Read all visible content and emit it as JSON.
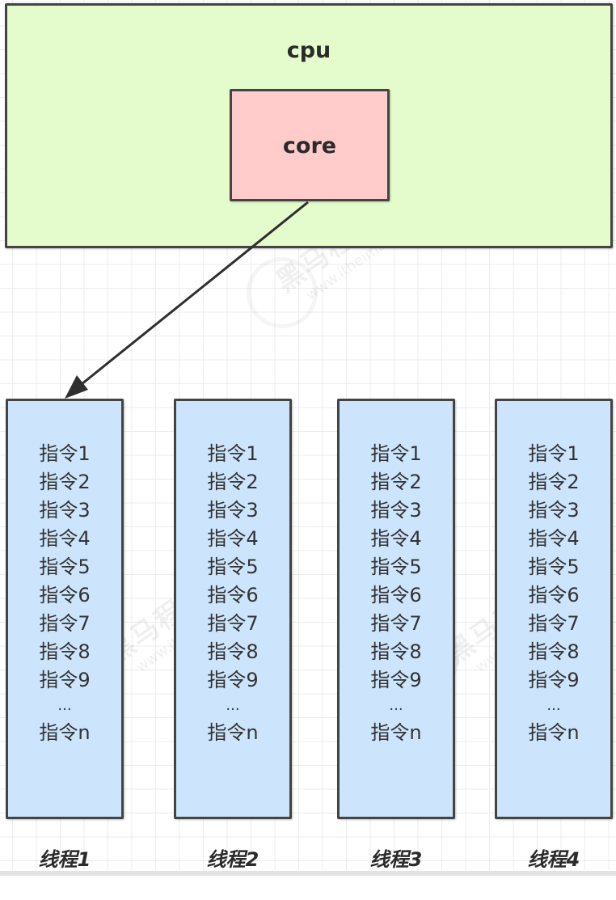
{
  "diagram": {
    "cpu": {
      "label": "cpu",
      "fill": "#e4fccc"
    },
    "core": {
      "label": "core",
      "fill": "#ffcccb"
    },
    "connector": {
      "from": "core",
      "to": "thread-1",
      "style": "arrow"
    },
    "threads": [
      {
        "label": "线程1",
        "fill": "#cce5fc",
        "instructions": [
          "指令1",
          "指令2",
          "指令3",
          "指令4",
          "指令5",
          "指令6",
          "指令7",
          "指令8",
          "指令9"
        ],
        "ellipsis": "...",
        "last": "指令n"
      },
      {
        "label": "线程2",
        "fill": "#cce5fc",
        "instructions": [
          "指令1",
          "指令2",
          "指令3",
          "指令4",
          "指令5",
          "指令6",
          "指令7",
          "指令8",
          "指令9"
        ],
        "ellipsis": "...",
        "last": "指令n"
      },
      {
        "label": "线程3",
        "fill": "#cce5fc",
        "instructions": [
          "指令1",
          "指令2",
          "指令3",
          "指令4",
          "指令5",
          "指令6",
          "指令7",
          "指令8",
          "指令9"
        ],
        "ellipsis": "...",
        "last": "指令n"
      },
      {
        "label": "线程4",
        "fill": "#cce5fc",
        "instructions": [
          "指令1",
          "指令2",
          "指令3",
          "指令4",
          "指令5",
          "指令6",
          "指令7",
          "指令8",
          "指令9"
        ],
        "ellipsis": "...",
        "last": "指令n"
      }
    ],
    "watermark": {
      "brand": "黑马程序员™",
      "url": "www.itheima.com"
    }
  }
}
